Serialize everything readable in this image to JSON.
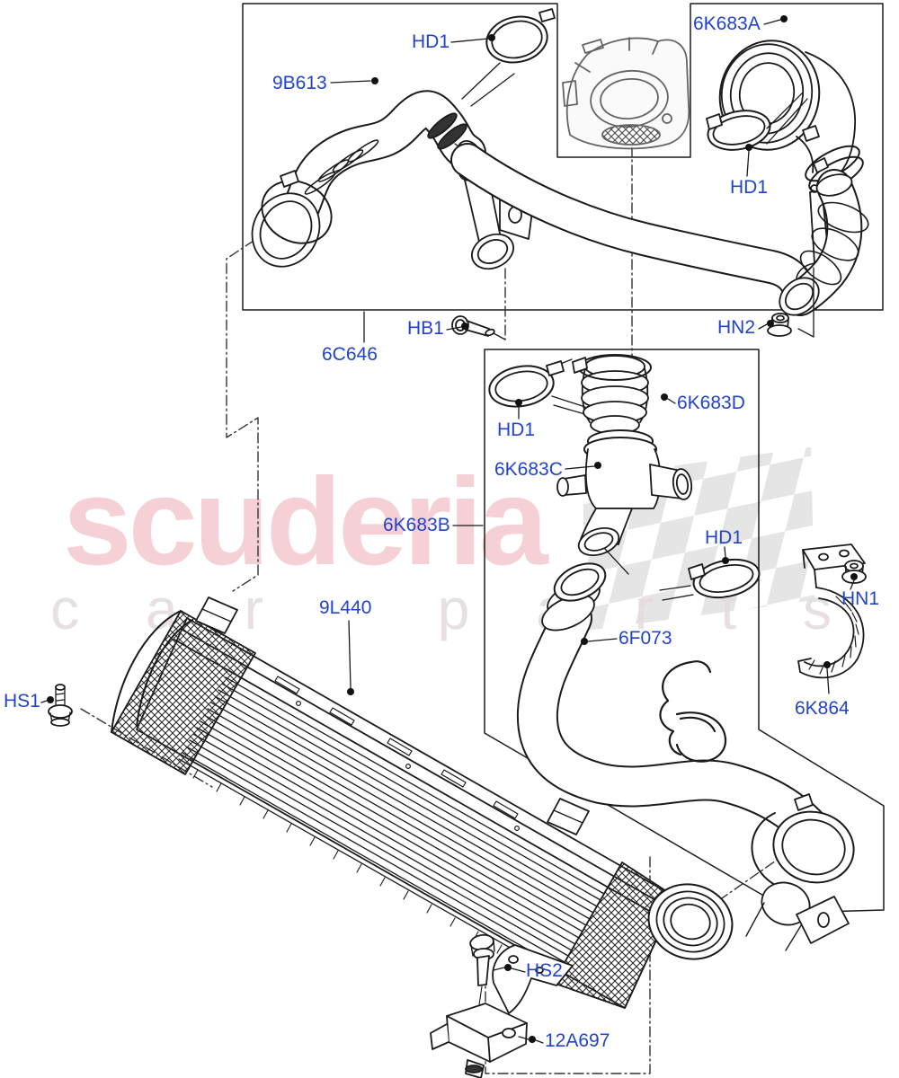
{
  "diagram": {
    "title_note": "",
    "label_color": "#2243cb",
    "line_color": "#1b1b1b",
    "labels": [
      {
        "id": "hd1-top-left",
        "text": "HD1"
      },
      {
        "id": "9b613",
        "text": "9B613"
      },
      {
        "id": "6k683a",
        "text": "6K683A"
      },
      {
        "id": "hd1-top-right",
        "text": "HD1"
      },
      {
        "id": "hb1",
        "text": "HB1"
      },
      {
        "id": "hn2",
        "text": "HN2"
      },
      {
        "id": "6c646",
        "text": "6C646"
      },
      {
        "id": "hd1-mid-left",
        "text": "HD1"
      },
      {
        "id": "6k683d",
        "text": "6K683D"
      },
      {
        "id": "6k683c",
        "text": "6K683C"
      },
      {
        "id": "6k683b",
        "text": "6K683B"
      },
      {
        "id": "hd1-mid-right",
        "text": "HD1"
      },
      {
        "id": "hn1",
        "text": "HN1"
      },
      {
        "id": "9l440",
        "text": "9L440"
      },
      {
        "id": "6f073",
        "text": "6F073"
      },
      {
        "id": "6k864",
        "text": "6K864"
      },
      {
        "id": "hs1",
        "text": "HS1"
      },
      {
        "id": "hs2",
        "text": "HS2"
      },
      {
        "id": "12a697",
        "text": "12A697"
      }
    ]
  },
  "watermark": {
    "brand": "scuderia",
    "tagline": "car parts",
    "brand_color": "#f5ccd2",
    "tagline_color": "#e5dddd"
  }
}
